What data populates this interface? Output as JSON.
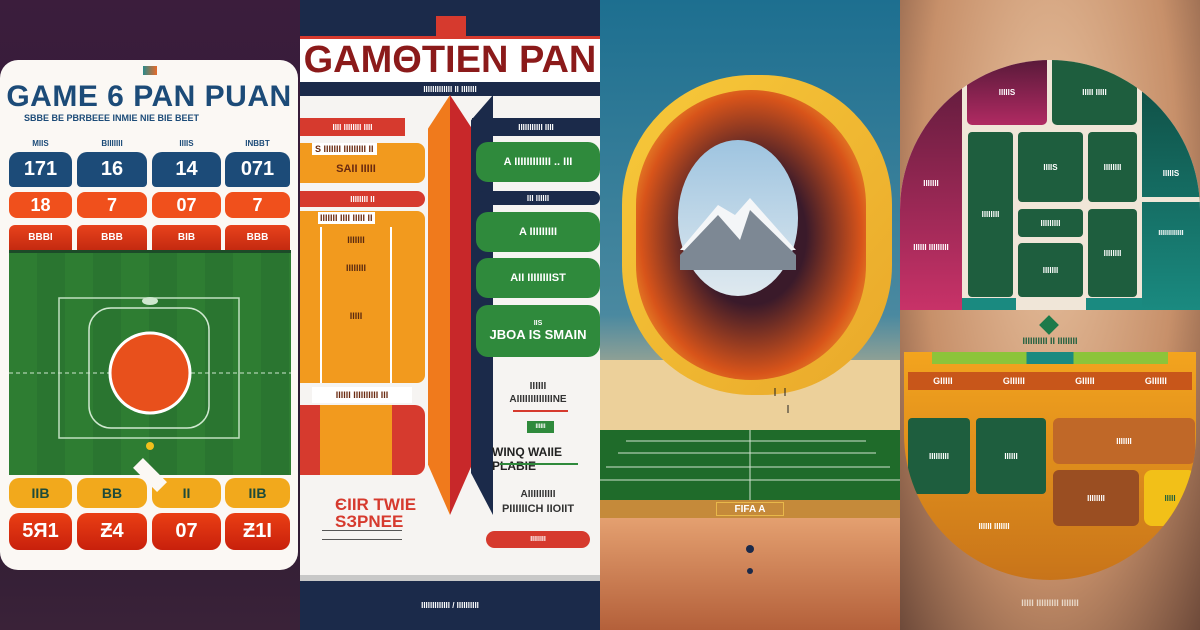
{
  "panel1": {
    "title": "GAME 6 PAN PUAN",
    "subtitle": "SBBE BE PBRBEEE INMIE NIE BIE BEET",
    "column_labels": [
      "MIIS",
      "BIIIIIII",
      "IIIIS",
      "INBBT"
    ],
    "blue_scores": [
      "171",
      "16",
      "14",
      "071"
    ],
    "orange_scores": [
      "18",
      "7",
      "07",
      "7"
    ],
    "red_labels": [
      "BBBI",
      "BBB",
      "BIB",
      "BBB"
    ],
    "yellow_labels": [
      "IIB",
      "BB",
      "II",
      "IIB"
    ],
    "bottom_scores": [
      "5Я1",
      "Ƶ4",
      "07",
      "Ƶ1I"
    ],
    "colors": {
      "navy": "#1c4b78",
      "orange": "#f0501c",
      "field": "#2e7d32",
      "yellow": "#f2a91c"
    }
  },
  "panel2": {
    "title": "GAMΘTIEN PAN",
    "subtitle": "IIIIIIIIIIIII  II  IIIIIII",
    "left_header": "IIII IIIIIIII IIII",
    "left_row1": "S IIIIIII IIIIIIIII II",
    "left_box1": "SAII IIIII",
    "left_row2": "IIIIIIII II",
    "left_row3": "IIIIIII IIII IIIII II",
    "left_box2a": "IIIIIII",
    "left_box2b": "IIIIIIII",
    "left_box3": "IIIII",
    "left_row4": "IIIIII IIIIIIIIII III",
    "right_header": "IIIIIIIIIII IIII",
    "green1": "A IIIIIIIIIIII .. III",
    "navy_label": "III IIIIII",
    "green2": "A IIIIIIIII",
    "green3": "AII IIIIIIIIST",
    "green4_small": "IIS",
    "green4": "JBOA IS SMAIN",
    "right_t1": "IIIIII",
    "right_t2": "AIIIIIIIIIIIIINE",
    "green_badge": "IIIIII",
    "right_t3": "WINQ WAIIE PLABIE",
    "right_t4": "AIIIIIIIIII",
    "right_t5": "PIIIIIICH IIOIIT",
    "red_button": "IIIIIIII",
    "bottom_left1": "ЄIIR TWIE",
    "bottom_left2": "SЗPNEE",
    "footer": "IIIIIIIIIIIII / IIIIIIIIII",
    "colors": {
      "navy": "#1b2a4a",
      "maroon": "#8b1a1a",
      "orange": "#f29a1e",
      "green": "#2f8a3c",
      "red": "#d63a2e"
    }
  },
  "panel3": {
    "banner": "FIFA A",
    "colors": {
      "ring": "#f3c23a",
      "sky": "#1f6f8f",
      "sand": "#e9c88f",
      "field": "#1f6b2a"
    }
  },
  "panel4": {
    "top_labels": [
      "IIIIIS",
      "IIIII IIIII"
    ],
    "left_label": "IIIIIII",
    "left_label2": "IIIIII IIIIIIIII",
    "grid_labels": [
      "IIIIIIII",
      "IIIIS",
      "IIIIIIII",
      "IIIIIIIII",
      "IIIIIIII",
      "IIIIIII",
      "IIIIIII"
    ],
    "right_labels": [
      "IIIIIS",
      "IIIIIIIIIIIII"
    ],
    "middle_title": "IIIIIIIIII II IIIIIIII",
    "bowl_headers": [
      "GIIIII",
      "GIIIIII",
      "GIIIII",
      "GIIIIII"
    ],
    "bowl_labels": [
      "IIIIIIIII",
      "IIIIII",
      "IIIIIII",
      "IIIIIIII",
      "IIIII",
      "IIIIII IIIIIII"
    ],
    "footer": "IIIII IIIIIIIII IIIIIII",
    "colors": {
      "magenta": "#b02a62",
      "green": "#1e5e3e",
      "teal": "#1a8a80",
      "orange": "#d9851c"
    }
  }
}
